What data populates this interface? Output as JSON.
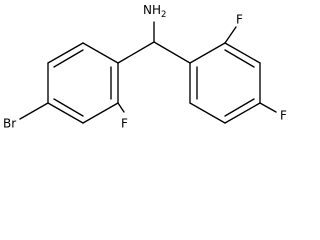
{
  "molecule": {
    "labels": {
      "amine": {
        "main": "NH",
        "subscript": "2"
      },
      "bromo": "Br",
      "fluoro_left": "F",
      "fluoro_top_right": "F",
      "fluoro_bottom_right": "F"
    }
  }
}
